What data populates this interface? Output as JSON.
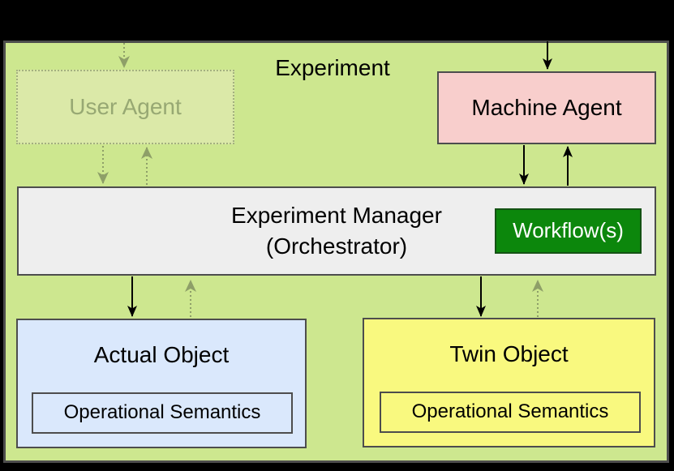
{
  "title": "Experiment",
  "nodes": {
    "user_agent": {
      "label": "User Agent"
    },
    "machine_agent": {
      "label": "Machine Agent"
    },
    "manager": {
      "line1": "Experiment Manager",
      "line2": "(Orchestrator)"
    },
    "workflow": {
      "label": "Workflow(s)"
    },
    "actual_object": {
      "label": "Actual Object",
      "inner": "Operational Semantics"
    },
    "twin_object": {
      "label": "Twin Object",
      "inner": "Operational Semantics"
    }
  },
  "colors": {
    "canvas_bg": "#000000",
    "text": "#000000",
    "panel_fill": "#cde78f",
    "panel_border": "#4d4d4d",
    "box_border": "#4d4d4d",
    "machine_agent_fill": "#f8cecc",
    "manager_fill": "#eeeeee",
    "workflow_fill": "#0c870c",
    "workflow_border": "#145214",
    "workflow_text": "#ffffff",
    "actual_fill": "#dae8fc",
    "twin_fill": "#f9f97f",
    "ghost_fill": "#dbe9a8",
    "ghost_border": "#a3b07f",
    "ghost_text": "#97a873",
    "arrow_solid": "#000000",
    "arrow_faded": "#8e9f68"
  }
}
